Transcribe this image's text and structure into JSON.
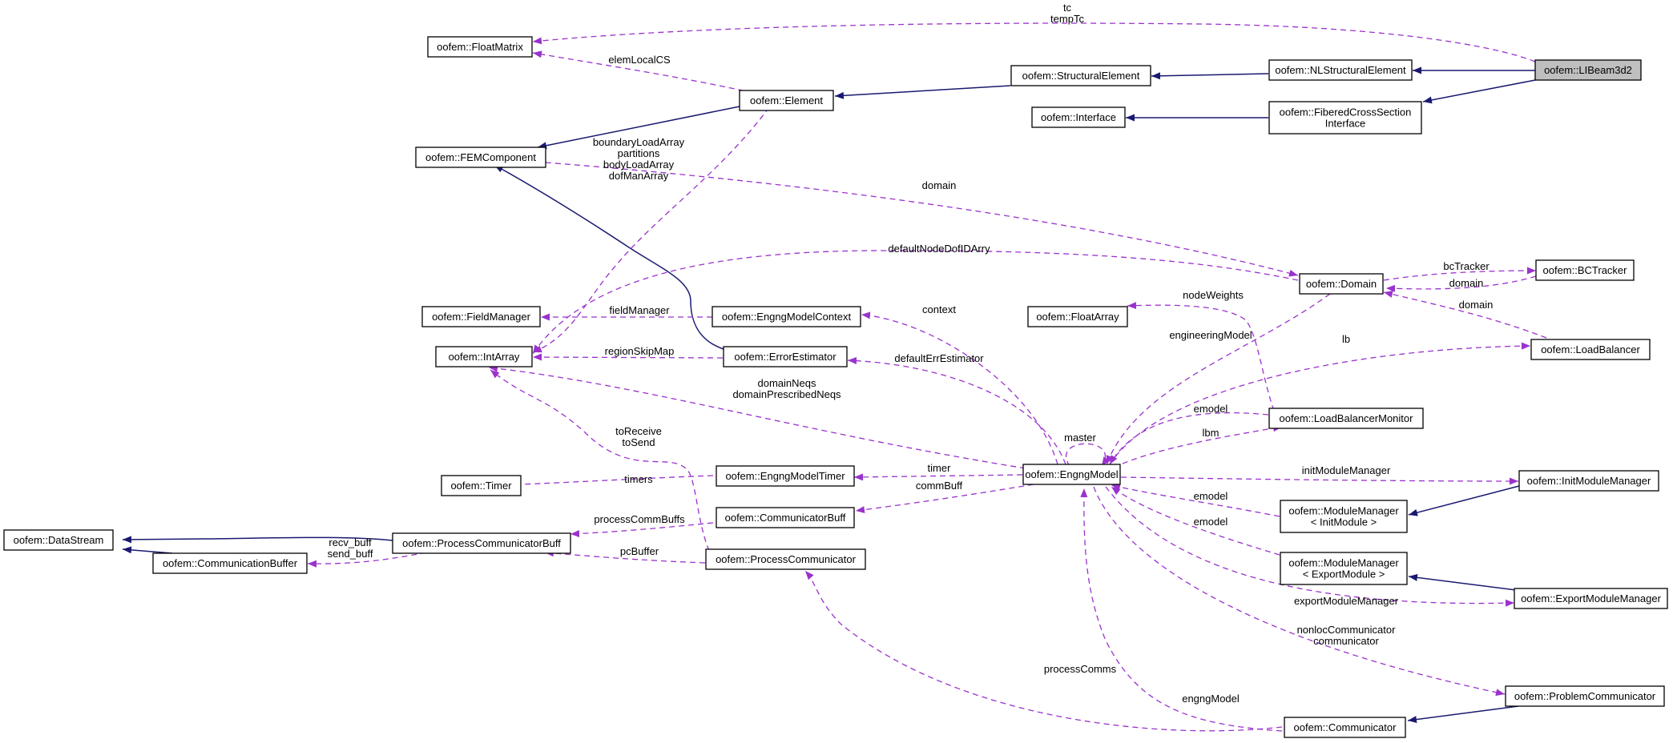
{
  "colors": {
    "inheritance": "#191970",
    "usage": "#9a32cd",
    "focus_fill": "#bfbfbf",
    "node_fill": "#ffffff"
  },
  "nodes": {
    "LIBeam3d2": [
      "oofem::LIBeam3d2"
    ],
    "NLStructuralElement": [
      "oofem::NLStructuralElement"
    ],
    "StructuralElement": [
      "oofem::StructuralElement"
    ],
    "Element": [
      "oofem::Element"
    ],
    "FEMComponent": [
      "oofem::FEMComponent"
    ],
    "FloatMatrix": [
      "oofem::FloatMatrix"
    ],
    "FiberedCrossSectionInterface": [
      "oofem::FiberedCrossSection",
      "Interface"
    ],
    "Interface": [
      "oofem::Interface"
    ],
    "Domain": [
      "oofem::Domain"
    ],
    "BCTracker": [
      "oofem::BCTracker"
    ],
    "LoadBalancer": [
      "oofem::LoadBalancer"
    ],
    "FloatArray": [
      "oofem::FloatArray"
    ],
    "FieldManager": [
      "oofem::FieldManager"
    ],
    "EngngModelContext": [
      "oofem::EngngModelContext"
    ],
    "IntArray": [
      "oofem::IntArray"
    ],
    "ErrorEstimator": [
      "oofem::ErrorEstimator"
    ],
    "LoadBalancerMonitor": [
      "oofem::LoadBalancerMonitor"
    ],
    "EngngModel": [
      "oofem::EngngModel"
    ],
    "Timer": [
      "oofem::Timer"
    ],
    "EngngModelTimer": [
      "oofem::EngngModelTimer"
    ],
    "InitModuleManager": [
      "oofem::InitModuleManager"
    ],
    "DataStream": [
      "oofem::DataStream"
    ],
    "ProcessCommunicatorBuff": [
      "oofem::ProcessCommunicatorBuff"
    ],
    "CommunicatorBuff": [
      "oofem::CommunicatorBuff"
    ],
    "ModuleManagerInit": [
      "oofem::ModuleManager",
      "< InitModule >"
    ],
    "CommunicationBuffer": [
      "oofem::CommunicationBuffer"
    ],
    "ProcessCommunicator": [
      "oofem::ProcessCommunicator"
    ],
    "ModuleManagerExport": [
      "oofem::ModuleManager",
      "< ExportModule >"
    ],
    "ExportModuleManager": [
      "oofem::ExportModuleManager"
    ],
    "ProblemCommunicator": [
      "oofem::ProblemCommunicator"
    ],
    "Communicator": [
      "oofem::Communicator"
    ]
  },
  "edge_labels": {
    "tc_tempTc": [
      "tc",
      "tempTc"
    ],
    "elemLocalCS": [
      "elemLocalCS"
    ],
    "element_arrays": [
      "boundaryLoadArray",
      "partitions",
      "bodyLoadArray",
      "dofManArray"
    ],
    "domain_fem": [
      "domain"
    ],
    "defaultNodeDofIDArry": [
      "defaultNodeDofIDArry"
    ],
    "bcTracker": [
      "bcTracker"
    ],
    "domain_bc": [
      "domain"
    ],
    "domain_lb": [
      "domain"
    ],
    "nodeWeights": [
      "nodeWeights"
    ],
    "fieldManager": [
      "fieldManager"
    ],
    "context": [
      "context"
    ],
    "engineeringModel": [
      "engineeringModel"
    ],
    "lb": [
      "lb"
    ],
    "regionSkipMap": [
      "regionSkipMap"
    ],
    "defaultErrEstimator": [
      "defaultErrEstimator"
    ],
    "domainNeqs": [
      "domainNeqs",
      "domainPrescribedNeqs"
    ],
    "emodel_lbm": [
      "emodel"
    ],
    "lbm": [
      "lbm"
    ],
    "master": [
      "master"
    ],
    "toReceive": [
      "toReceive",
      "toSend"
    ],
    "timers": [
      "timers"
    ],
    "timer": [
      "timer"
    ],
    "initModuleManager": [
      "initModuleManager"
    ],
    "commBuff": [
      "commBuff"
    ],
    "emodel_init": [
      "emodel"
    ],
    "emodel_export": [
      "emodel"
    ],
    "processCommBuffs": [
      "processCommBuffs"
    ],
    "recv_send_buff": [
      "recv_buff",
      "send_buff"
    ],
    "pcBuffer": [
      "pcBuffer"
    ],
    "exportModuleManager": [
      "exportModuleManager"
    ],
    "nonlocCommunicator": [
      "nonlocCommunicator",
      "communicator"
    ],
    "processComms": [
      "processComms"
    ],
    "engngModel": [
      "engngModel"
    ]
  }
}
